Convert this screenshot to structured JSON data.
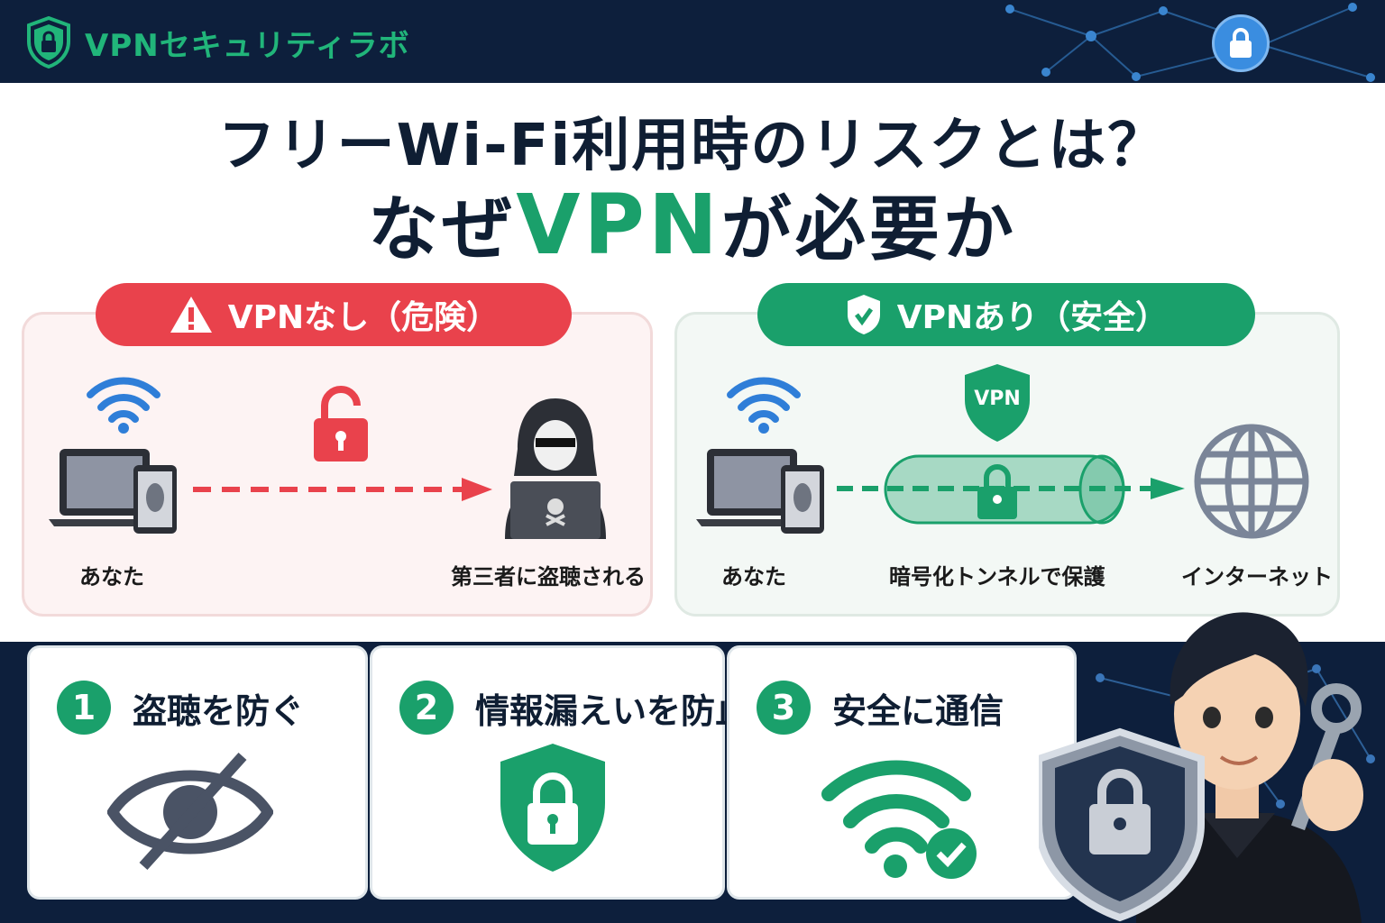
{
  "header": {
    "brand": "VPNセキュリティラボ"
  },
  "title": {
    "line1": "フリーWi-Fi利用時のリスクとは？",
    "line2_prefix": "なぜ",
    "line2_accent": "VPN",
    "line2_suffix": "が必要か"
  },
  "danger": {
    "pill": "VPNなし（危険）",
    "you_label": "あなた",
    "attacker_label": "第三者に盗聴される"
  },
  "safe": {
    "pill": "VPNあり（安全）",
    "shield_text": "VPN",
    "you_label": "あなた",
    "tunnel_label": "暗号化トンネルで保護",
    "internet_label": "インターネット"
  },
  "benefits": [
    {
      "num": "1",
      "title": "盗聴を防ぐ"
    },
    {
      "num": "2",
      "title": "情報漏えいを防止"
    },
    {
      "num": "3",
      "title": "安全に通信"
    }
  ],
  "colors": {
    "navy": "#0d1f3c",
    "green": "#1aa06b",
    "red": "#e9424c",
    "blue": "#2f7ed8"
  }
}
